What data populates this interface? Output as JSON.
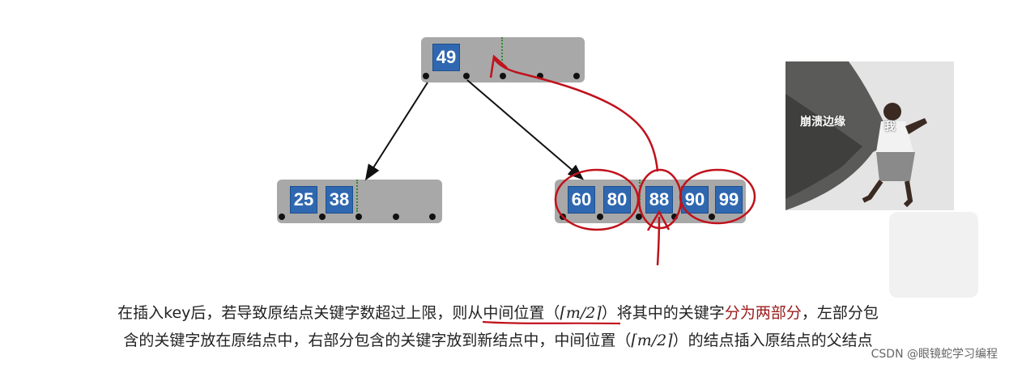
{
  "nodes": {
    "root": {
      "keys": [
        "49"
      ]
    },
    "left_child": {
      "keys": [
        "25",
        "38"
      ]
    },
    "right_child": {
      "keys": [
        "60",
        "80",
        "88",
        "90",
        "99"
      ]
    }
  },
  "meme": {
    "label_edge": "崩溃边缘",
    "label_me": "我"
  },
  "caption": {
    "line1_a": "在插入key后，若导致原结点关键字数超过上限，则从",
    "line1_b": "中间位置（",
    "line1_m": "⌈m/2⌉",
    "line1_c": "）",
    "line1_d": "将其中的关键字",
    "line1_e": "分为两部分",
    "line1_f": "，左部分包",
    "line2_a": "含的关键字放在原结点中，右部分包含的关键字放到新结点中，中间位置（",
    "line2_m": "⌈m/2⌉",
    "line2_b": "）的结点插入原结点的父结点"
  },
  "watermark": "CSDN @眼镜蛇学习编程",
  "colors": {
    "key_fill": "#2f68b0",
    "node_fill": "#a8a8a8",
    "annotation_red": "#c0121c",
    "separator_green": "#2e8b2e"
  }
}
